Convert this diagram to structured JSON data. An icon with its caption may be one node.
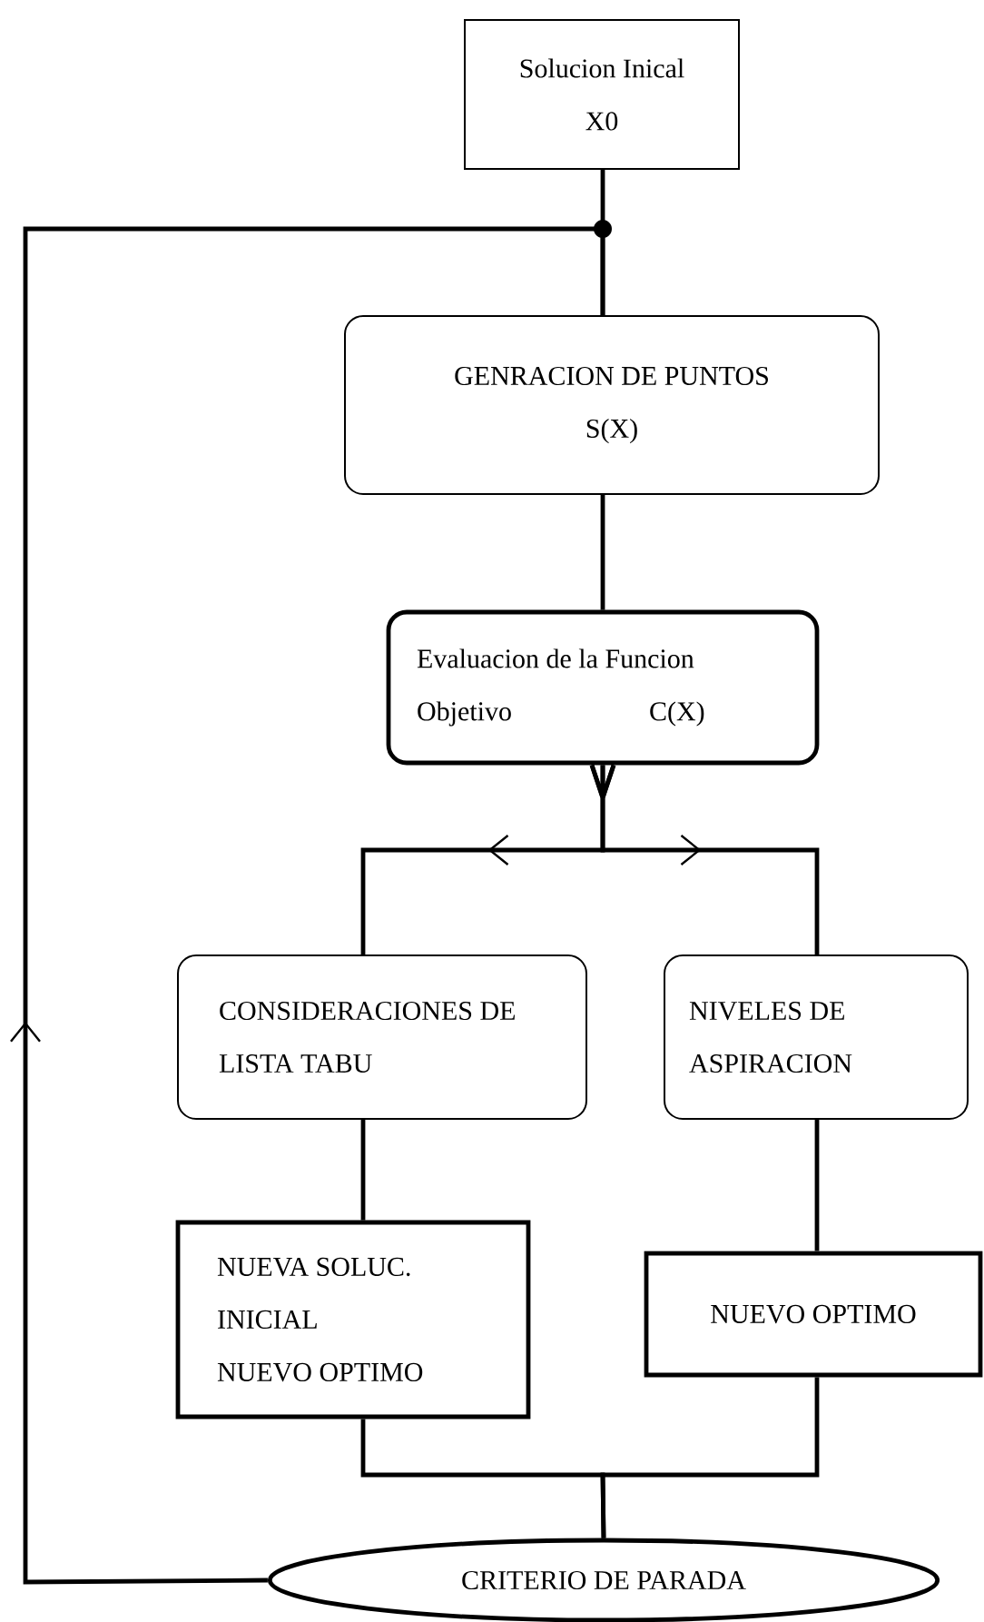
{
  "diagram": {
    "nodes": [
      {
        "text": [
          "Solucion Inical",
          "X0"
        ]
      },
      {
        "text": [
          "GENRACION DE PUNTOS",
          "S(X)"
        ]
      },
      {
        "text": [
          "Evaluacion de la Funcion Objetivo",
          "C(X)"
        ]
      },
      {
        "text": [
          "CONSIDERACIONES DE LISTA TABU"
        ]
      },
      {
        "text": [
          "NIVELES DE ASPIRACION"
        ]
      },
      {
        "text": [
          "NUEVA SOLUC. INICIAL",
          "NUEVO OPTIMO"
        ]
      },
      {
        "text": [
          "NUEVO OPTIMO"
        ]
      },
      {
        "text": [
          "CRITERIO DE PARADA"
        ]
      }
    ],
    "edges": [
      {
        "from": 0,
        "to": 1,
        "arrow": "none"
      },
      {
        "from": 7,
        "to": 1,
        "arrow": "to"
      },
      {
        "from": 1,
        "to": 2,
        "arrow": "none"
      },
      {
        "from": 2,
        "to": 3,
        "arrow": "to"
      },
      {
        "from": 2,
        "to": 4,
        "arrow": "to"
      },
      {
        "from": 3,
        "to": 5,
        "arrow": "none"
      },
      {
        "from": 4,
        "to": 6,
        "arrow": "none"
      },
      {
        "from": 5,
        "to": 7,
        "arrow": "none"
      },
      {
        "from": 6,
        "to": 7,
        "arrow": "none"
      }
    ]
  }
}
